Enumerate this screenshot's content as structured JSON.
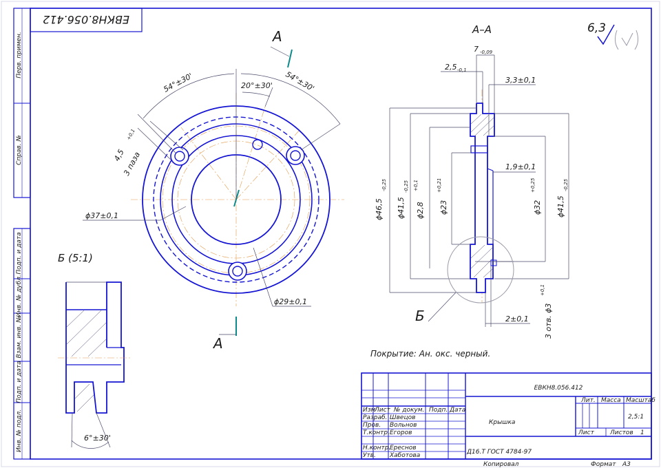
{
  "designation": "ЕВКН8.056.412",
  "designation_mirrored": "ЕВКН8.056.412",
  "part_name": "Крышка",
  "material": "Д16.Т ГОСТ 4784-97",
  "roughness": "6,3",
  "coating_note": "Покрытие: Ан. окс. черный.",
  "section_label": "А–А",
  "cut_letter_top": "А",
  "cut_letter_bottom": "А",
  "detail_callout": "Б",
  "detail_title": "Б (5:1)",
  "dims_main": {
    "angle_left": "54°±30'",
    "angle_right": "54°±30'",
    "angle_top": "20°±30'",
    "holes": "4,5",
    "holes_tol": "+0,1",
    "holes_count": "3 паза",
    "d37": "ϕ37±0,1",
    "d29": "ϕ29±0,1"
  },
  "dims_section": {
    "w7": "7",
    "w7_tol": "-0,09",
    "w25": "2,5",
    "w25_tol": "-0,1",
    "w33": "3,3±0,1",
    "w19": "1,9±0,1",
    "w2": "2±0,1",
    "d465": "ϕ46,5",
    "d465_tol": "-0,25",
    "d415_left": "ϕ41,5",
    "d415_left_tol": "-0,25",
    "d28": "ϕ2,8",
    "d28_tol": "+0,1",
    "d23": "ϕ23",
    "d23_tol": "+0,21",
    "d32": "ϕ32",
    "d32_tol": "+0,25",
    "d415_right": "ϕ41,5",
    "d415_right_tol": "-0,25",
    "holes3": "3 отв. ϕ3",
    "holes3_tol": "+0,1"
  },
  "detail_angle": "6°±30'",
  "side_labels": [
    "Перв. примен.",
    "Справ. №",
    "Подп. и дата",
    "Инв. № дубл.",
    "Взам. инв. №",
    "Подп. и дата",
    "Инв. № подл."
  ],
  "title_block": {
    "col_headers": [
      "Изм",
      "Лист",
      "№ докум.",
      "Подп.",
      "Дата"
    ],
    "roles": [
      "Разраб.",
      "Пров.",
      "Т.контр.",
      "Н.контр.",
      "Утв."
    ],
    "names": [
      "Швецов",
      "Вольнов",
      "Егоров",
      "Ереснов",
      "Хаботова"
    ],
    "lit_label": "Лит.",
    "mass_label": "Масса",
    "scale_label": "Масштаб",
    "scale_value": "2,5:1",
    "sheet_label": "Лист",
    "sheets_label": "Листов",
    "sheets_value": "1"
  },
  "footer": {
    "copied": "Копировал",
    "format_label": "Формат",
    "format_value": "А3"
  }
}
